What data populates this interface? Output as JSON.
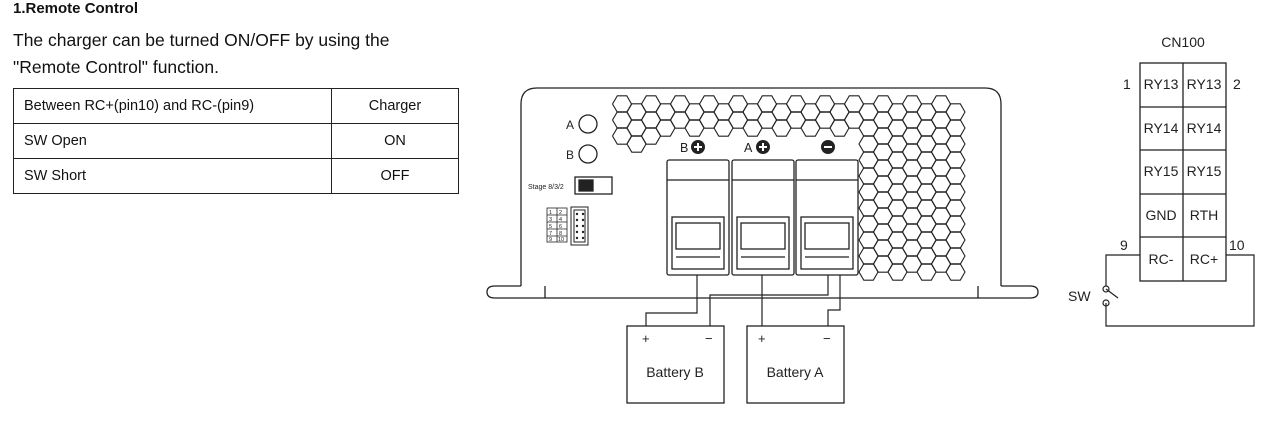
{
  "section": {
    "heading": "1.Remote Control",
    "intro_line1": "The charger can be turned ON/OFF by using the",
    "intro_line2": "\"Remote Control\" function."
  },
  "table": {
    "headers": [
      "Between RC+(pin10) and RC-(pin9)",
      "Charger"
    ],
    "rows": [
      [
        "SW Open",
        "ON"
      ],
      [
        "SW Short",
        "OFF"
      ]
    ]
  },
  "charger": {
    "led_a": "A",
    "led_b": "B",
    "stage_label": "Stage 8/3/2",
    "pin_table": [
      [
        "1",
        "2"
      ],
      [
        "3",
        "4"
      ],
      [
        "5",
        "6"
      ],
      [
        "7",
        "8"
      ],
      [
        "9",
        "10"
      ]
    ],
    "terminal_b": "B",
    "terminal_a": "A"
  },
  "batteries": {
    "battery_b": "Battery B",
    "battery_a": "Battery A",
    "plus": "+",
    "minus": "−"
  },
  "connector": {
    "title": "CN100",
    "pin1": "1",
    "pin2": "2",
    "pin9": "9",
    "pin10": "10",
    "rows": [
      [
        "RY13",
        "RY13"
      ],
      [
        "RY14",
        "RY14"
      ],
      [
        "RY15",
        "RY15"
      ],
      [
        "GND",
        "RTH"
      ],
      [
        "RC-",
        "RC+"
      ]
    ],
    "switch_label": "SW"
  }
}
